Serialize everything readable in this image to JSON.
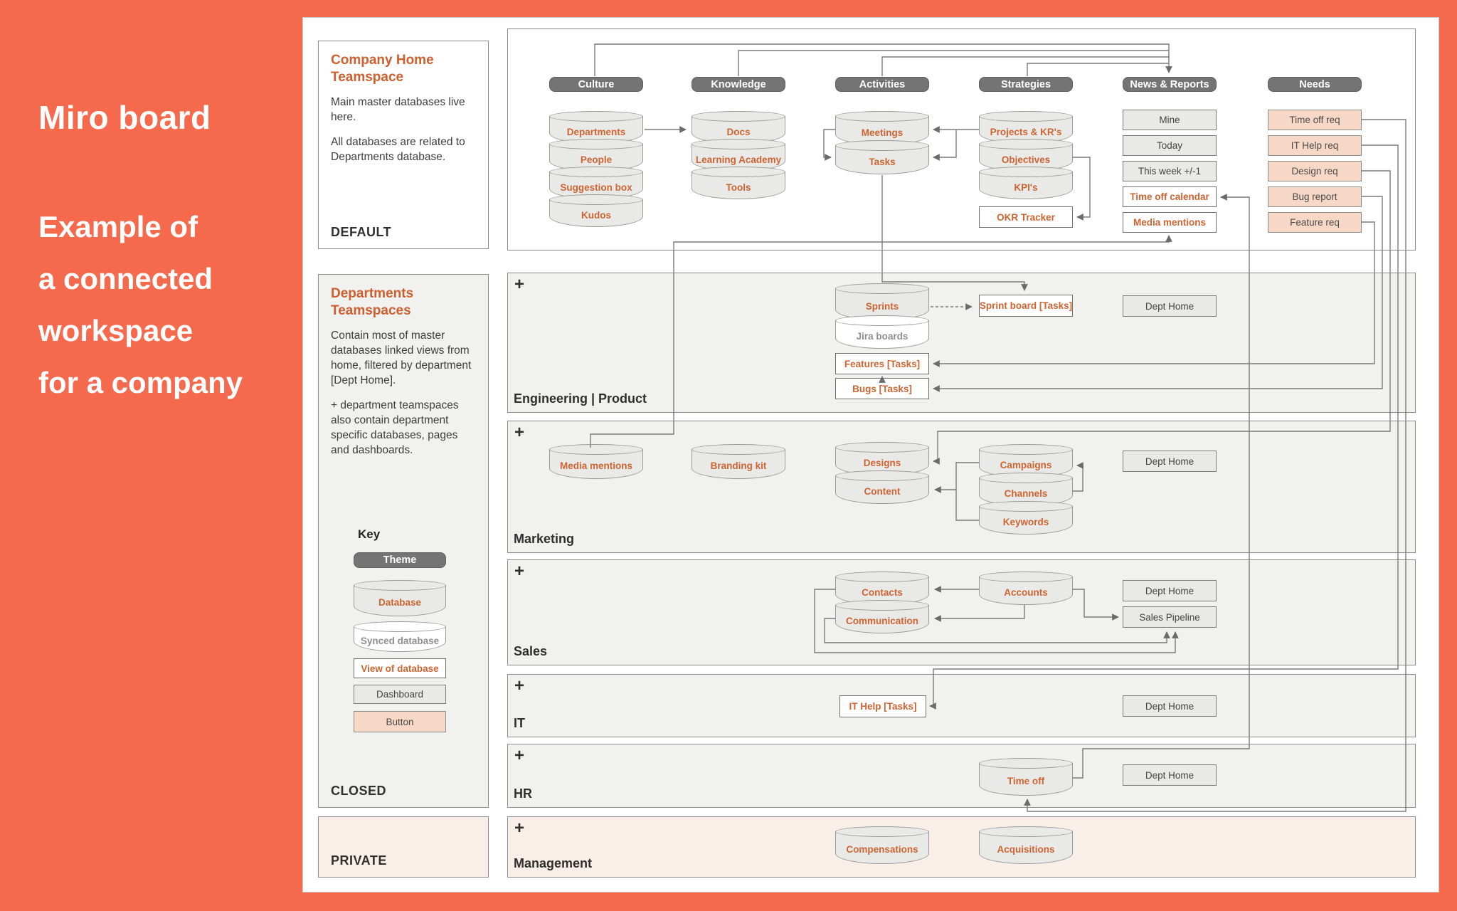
{
  "colors": {
    "sidebar_bg": "#F5694D",
    "accent_text": "#CE6431",
    "peach_fill": "#F7D8C6",
    "band_gray": "#F1F1F0",
    "theme_pill": "#747474",
    "peach_band": "#FAEEE8"
  },
  "sidebar": {
    "title": "Miro board",
    "lines": [
      "Example of",
      "a connected",
      "workspace",
      "for a company"
    ]
  },
  "panel": {
    "company_home": {
      "title": "Company Home Teamspace",
      "body1": "Main master databases live here.",
      "body2": "All databases are related to Departments database.",
      "footer": "DEFAULT"
    },
    "departments": {
      "title": "Departments Teamspaces",
      "body1": "Contain most of master databases linked views from home, filtered by department [Dept Home].",
      "body2": "+ department teamspaces also contain department specific databases, pages and dashboards.",
      "key_title": "Key",
      "key": {
        "theme": "Theme",
        "database": "Database",
        "synced": "Synced database",
        "view": "View of database",
        "dashboard": "Dashboard",
        "button": "Button"
      },
      "footer": "CLOSED"
    },
    "private_footer": "PRIVATE"
  },
  "board": {
    "plus": "+",
    "themes": [
      "Culture",
      "Knowledge",
      "Activities",
      "Strategies",
      "News & Reports",
      "Needs"
    ],
    "culture": [
      "Departments",
      "People",
      "Suggestion box",
      "Kudos"
    ],
    "knowledge": [
      "Docs",
      "Learning Academy",
      "Tools"
    ],
    "activities": [
      "Meetings",
      "Tasks"
    ],
    "strategies": [
      "Projects & KR's",
      "Objectives",
      "KPI's"
    ],
    "okr_tracker": "OKR Tracker",
    "news": [
      "Mine",
      "Today",
      "This week +/-1",
      "Time off calendar",
      "Media mentions"
    ],
    "needs": [
      "Time off req",
      "IT Help req",
      "Design req",
      "Bug report",
      "Feature req"
    ],
    "engineering": {
      "label": "Engineering | Product",
      "sprints": "Sprints",
      "jira": "Jira boards",
      "features": "Features [Tasks]",
      "bugs": "Bugs [Tasks]",
      "sprint_board": "Sprint board [Tasks]",
      "dept_home": "Dept Home"
    },
    "marketing": {
      "label": "Marketing",
      "items": [
        "Media mentions",
        "Branding kit",
        "Designs",
        "Content",
        "Campaigns",
        "Channels",
        "Keywords"
      ],
      "dept_home": "Dept Home"
    },
    "sales": {
      "label": "Sales",
      "contacts": "Contacts",
      "communication": "Communication",
      "accounts": "Accounts",
      "dept_home": "Dept Home",
      "pipeline": "Sales Pipeline"
    },
    "it": {
      "label": "IT",
      "it_help": "IT Help [Tasks]",
      "dept_home": "Dept Home"
    },
    "hr": {
      "label": "HR",
      "time_off": "Time off",
      "dept_home": "Dept Home"
    },
    "management": {
      "label": "Management",
      "compensations": "Compensations",
      "acquisitions": "Acquisitions"
    }
  }
}
